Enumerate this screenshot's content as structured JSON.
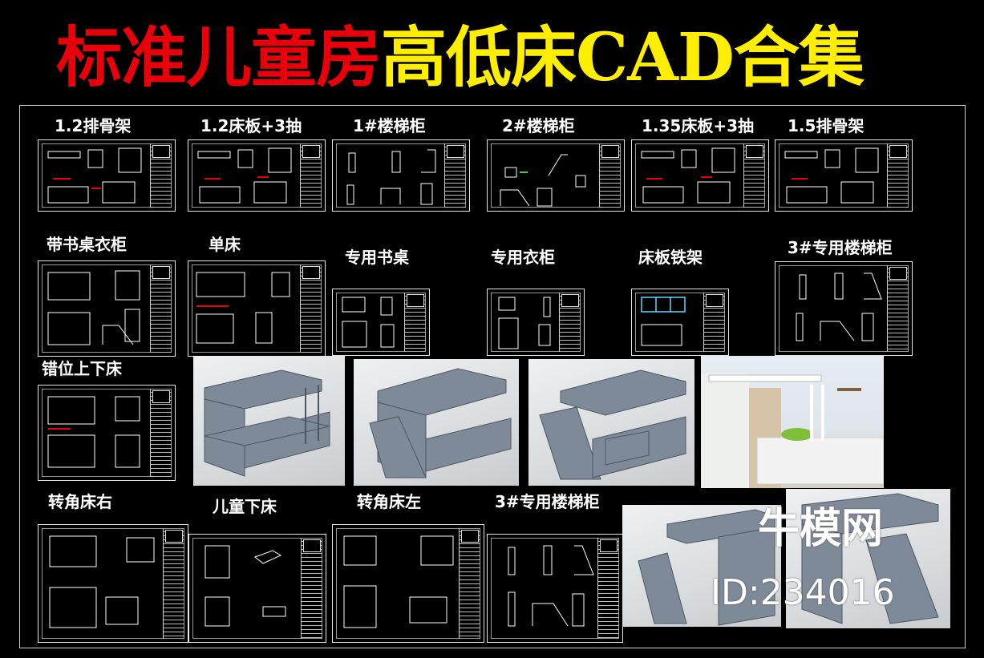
{
  "title": {
    "part1": "标准儿童房",
    "part2": "高低床CAD合集"
  },
  "labels": {
    "l1": "1.2排骨架",
    "l2": "1.2床板+3抽",
    "l3": "1#楼梯柜",
    "l4": "2#楼梯柜",
    "l5": "1.35床板+3抽",
    "l6": "1.5排骨架",
    "l7": "带书桌衣柜",
    "l8": "单床",
    "l9": "专用书桌",
    "l10": "专用衣柜",
    "l11": "床板铁架",
    "l12": "3#专用楼梯柜",
    "l13": "错位上下床",
    "l14": "转角床右",
    "l15": "儿童下床",
    "l16": "转角床左",
    "l17": "3#专用楼梯柜"
  },
  "watermark": {
    "brand": "牛模网",
    "id": "ID:234016"
  },
  "colors": {
    "title_red": "#e8000b",
    "title_yellow": "#ffee00",
    "background": "#000000"
  }
}
